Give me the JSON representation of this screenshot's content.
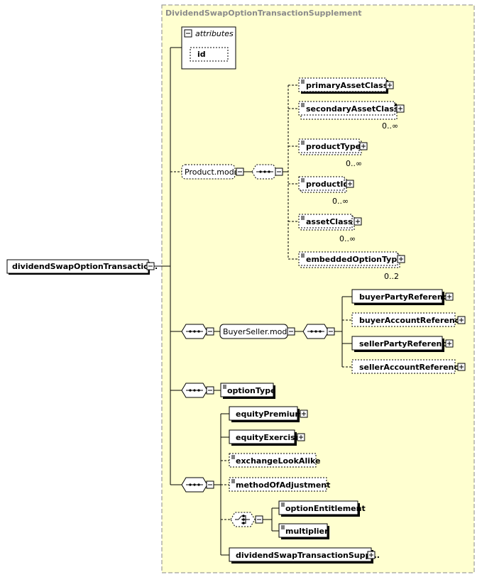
{
  "diagram": {
    "type_name": "DividendSwapOptionTransactionSupplement",
    "root_element": "dividendSwapOptionTransactio...",
    "attributes_label": "attributes",
    "attribute_id": "id",
    "product_model": {
      "name": "Product.model",
      "elements": [
        {
          "name": "primaryAssetClass",
          "cardinality": ""
        },
        {
          "name": "secondaryAssetClass",
          "cardinality": "0..∞"
        },
        {
          "name": "productType",
          "cardinality": "0..∞"
        },
        {
          "name": "productId",
          "cardinality": "0..∞"
        },
        {
          "name": "assetClass",
          "cardinality": "0..∞"
        },
        {
          "name": "embeddedOptionType",
          "cardinality": "0..2"
        }
      ]
    },
    "buyer_seller_model": {
      "name": "BuyerSeller.model",
      "elements": [
        "buyerPartyReference",
        "buyerAccountReference",
        "sellerPartyReference",
        "sellerAccountReference"
      ]
    },
    "option_type": "optionType",
    "sequence_elements": [
      "equityPremium",
      "equityExercise",
      "exchangeLookAlike",
      "methodOfAdjustment"
    ],
    "choice_elements": [
      "optionEntitlement",
      "multiplier"
    ],
    "last_element": "dividendSwapTransactionSupp..."
  }
}
